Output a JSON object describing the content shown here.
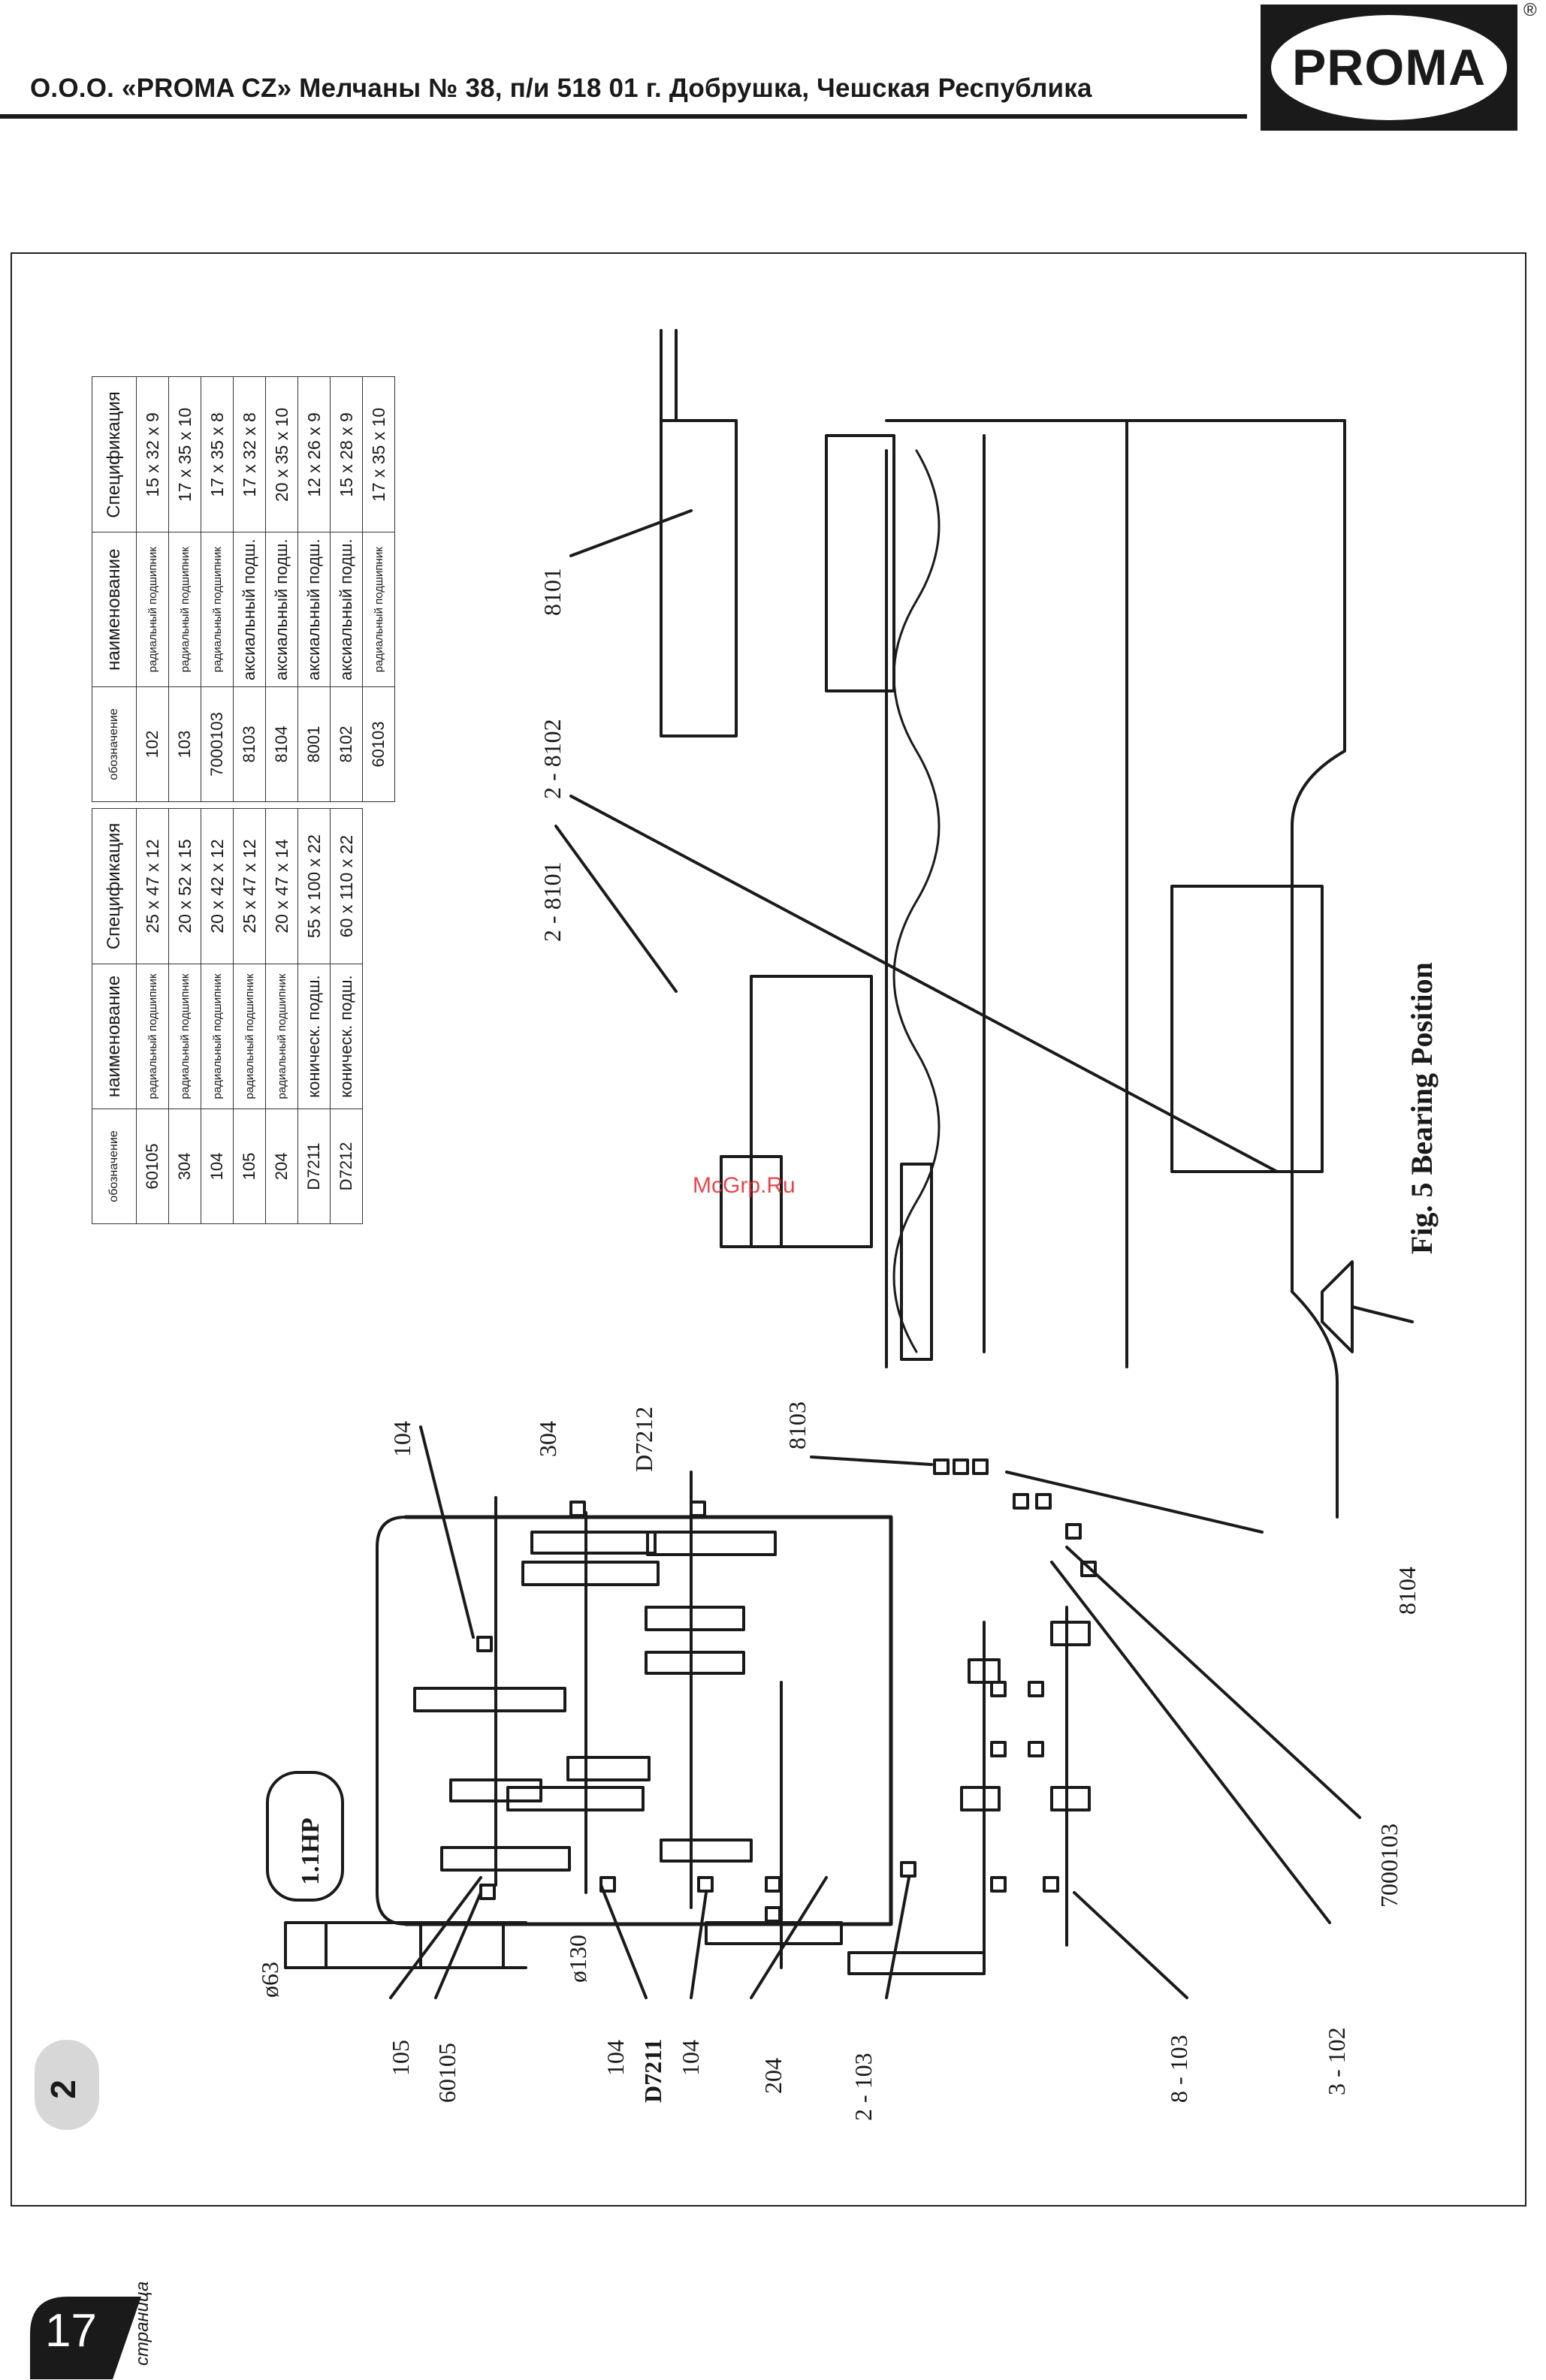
{
  "header": {
    "title": "О.О.О. «PROMA CZ» Мелчаны № 38, п/и 518 01 г. Добрушка, Чешская Республика",
    "logo_text": "PROMA",
    "reg_mark": "®"
  },
  "chapter_number": "2",
  "page": {
    "number": "17",
    "word": "страница"
  },
  "watermark": "McGrp.Ru",
  "table_left": {
    "headers": [
      "обозначение",
      "наименование",
      "Спецификация"
    ],
    "rows": [
      {
        "code": "60105",
        "name": "радиальный подшипник",
        "spec": "25 x 47 x 12"
      },
      {
        "code": "304",
        "name": "радиальный подшипник",
        "spec": "20 x 52 x 15"
      },
      {
        "code": "104",
        "name": "радиальный подшипник",
        "spec": "20 x 42 x 12"
      },
      {
        "code": "105",
        "name": "радиальный подшипник",
        "spec": "25 x 47 x 12"
      },
      {
        "code": "204",
        "name": "радиальный подшипник",
        "spec": "20 x 47 x 14"
      },
      {
        "code": "D7211",
        "name": "коническ. подш.",
        "spec": "55 x 100 x 22"
      },
      {
        "code": "D7212",
        "name": "коническ. подш.",
        "spec": "60 x 110 x 22"
      }
    ]
  },
  "table_right": {
    "headers": [
      "обозначение",
      "наименование",
      "Спецификация"
    ],
    "rows": [
      {
        "code": "102",
        "name": "радиальный подшипник",
        "spec": "15 x 32 x 9"
      },
      {
        "code": "103",
        "name": "радиальный подшипник",
        "spec": "17 x 35 x 10"
      },
      {
        "code": "7000103",
        "name": "радиальный подшипник",
        "spec": "17 x 35 x 8"
      },
      {
        "code": "8103",
        "name": "аксиальный подш.",
        "spec": "17 x 32 x 8"
      },
      {
        "code": "8104",
        "name": "аксиальный подш.",
        "spec": "20 x 35 x 10"
      },
      {
        "code": "8001",
        "name": "аксиальный подш.",
        "spec": "12 x 26 x 9"
      },
      {
        "code": "8102",
        "name": "аксиальный подш.",
        "spec": "15 x 28 x 9"
      },
      {
        "code": "60103",
        "name": "радиальный подшипник",
        "spec": "17 x 35 x 10"
      }
    ]
  },
  "diagram": {
    "caption": "Fig. 5 Bearing Position",
    "motor_label": "1.1HP",
    "labels": {
      "l8101": "8101",
      "l2_8102": "2 - 8102",
      "l2_8101": "2 - 8101",
      "l8103": "8103",
      "l8104": "8104",
      "l7000103": "7000103",
      "l3_102": "3 - 102",
      "l8_103": "8 - 103",
      "l2_103": "2 - 103",
      "l204": "204",
      "l104a": "104",
      "lD7211": "D7211",
      "l104b": "104",
      "l60105": "60105",
      "l105": "105",
      "l63": "ø63",
      "l130": "ø130",
      "l104top": "104",
      "l304": "304",
      "lD7212": "D7212"
    }
  }
}
